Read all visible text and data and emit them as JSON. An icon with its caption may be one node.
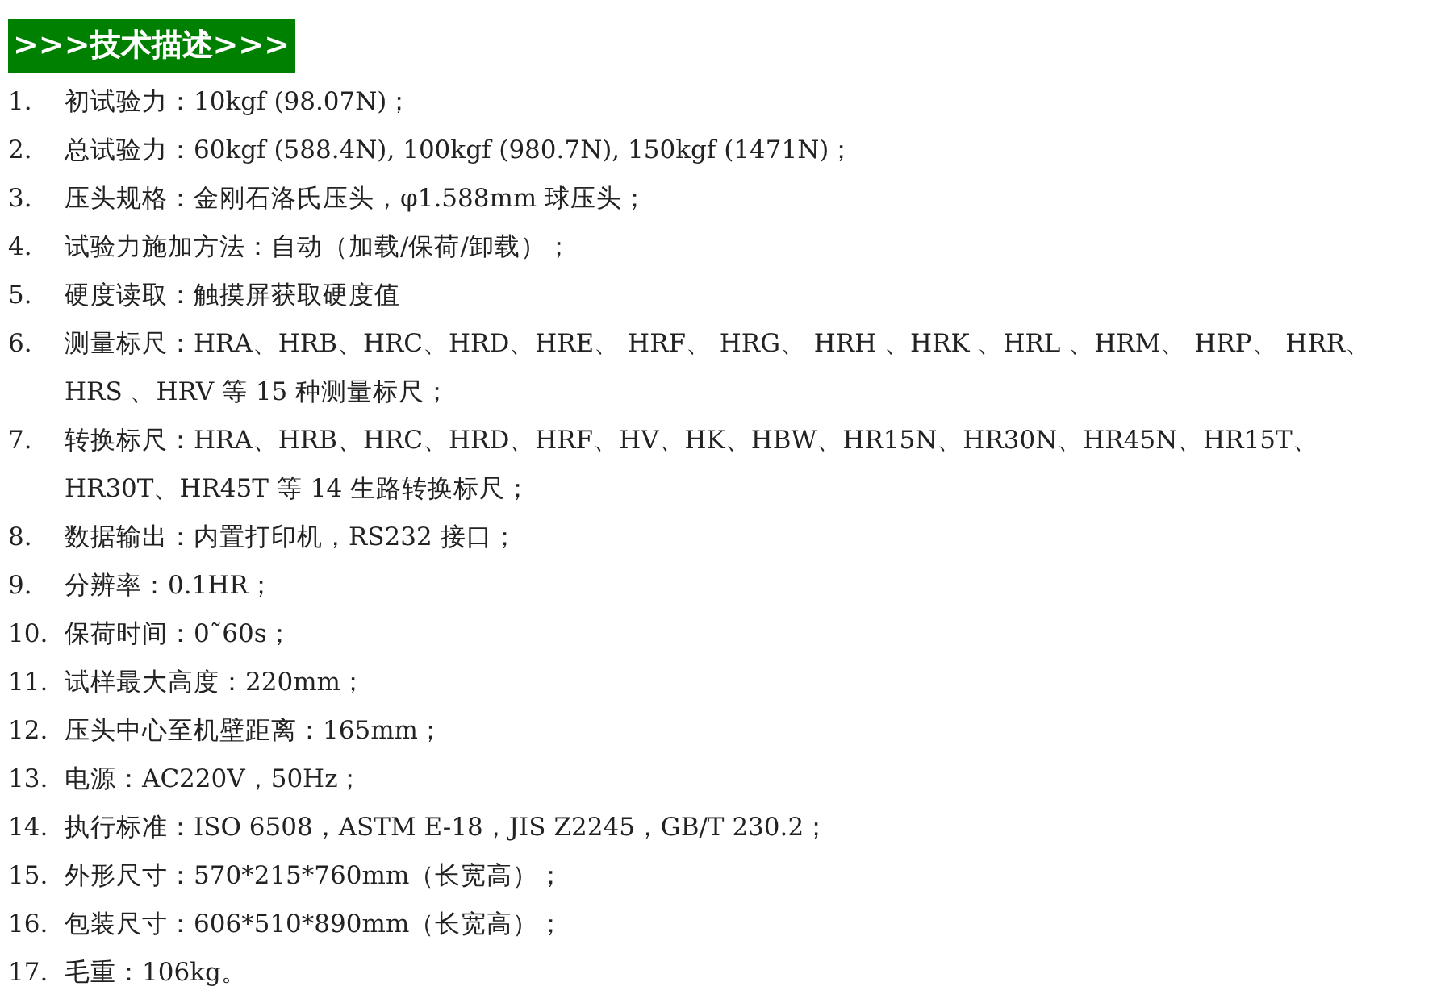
{
  "diagram": {
    "title": ">>>技术描述>>>",
    "labels": [
      "1.",
      "初试验力：10kgf (98.07N)；",
      "2.",
      "总试验力：60kgf (588.4N), 100kgf (980.7N), 150kgf (1471N)；",
      "3.",
      "压头规格：金刚石洛氏压头，φ1.588mm 球压头；",
      "4.",
      "试验力施加方法：自动（加载/保荷/卸载）；",
      "5.",
      "硬度读取：触摸屏获取硬度值",
      "6.",
      "测量标尺：HRA、HRB、HRC、HRD、HRE、 HRF、 HRG、 HRH 、HRK 、HRL 、HRM、 HRP、 HRR、HRS 、HRV 等 15 种测量标尺；",
      "7.",
      "转换标尺：HRA、HRB、HRC、HRD、HRF、HV、HK、HBW、HR15N、HR30N、HR45N、HR15T、HR30T、HR45T 等 14 生路转换标尺；",
      "8.",
      "数据输出：内置打印机，RS232 接口；",
      "9.",
      "分辨率：0.1HR；",
      "10.",
      "保荷时间：0˜60s；",
      "11.",
      "试样最大高度：220mm；",
      "12.",
      "压头中心至机壁距离：165mm；",
      "13.",
      "电源：AC220V，50Hz；",
      "14.",
      "执行标准：ISO 6508，ASTM E-18，JIS Z2245，GB/T 230.2；",
      "15.",
      "外形尺寸：570*215*760mm（长宽高）；",
      "16.",
      "包装尺寸：606*510*890mm（长宽高）；",
      "17.",
      "毛重：106kg。"
    ]
  }
}
